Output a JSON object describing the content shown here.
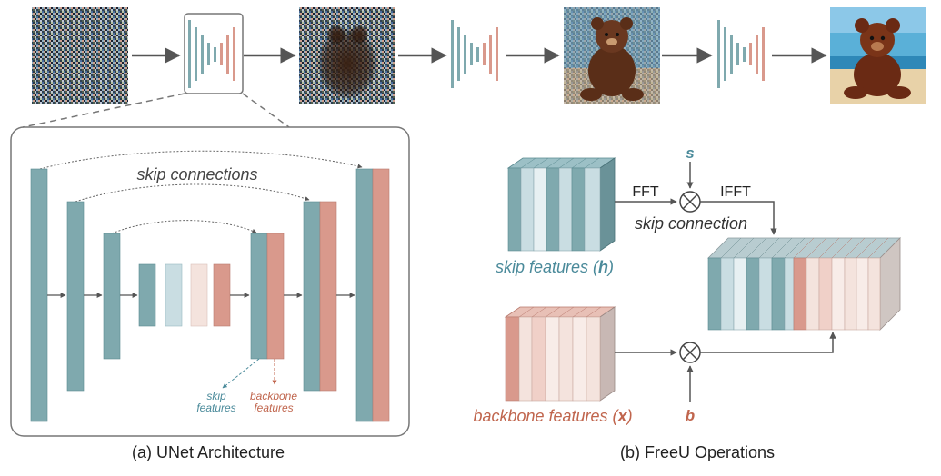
{
  "labels": {
    "skip_connections": "skip connections",
    "skip_features_small_1": "skip",
    "skip_features_small_2": "features",
    "backbone_features_small_1": "backbone",
    "backbone_features_small_2": "features",
    "caption_a": "(a) UNet Architecture",
    "caption_b": "(b) FreeU Operations",
    "fft": "FFT",
    "ifft": "IFFT",
    "s": "s",
    "b": "b",
    "skip_connection": "skip connection",
    "skip_features_h_prefix": "skip features (",
    "skip_features_h_var": "h",
    "suffix_paren": ")",
    "backbone_features_x_prefix": "backbone features (",
    "backbone_features_x_var": "x"
  },
  "colors": {
    "teal": "#7fa9ae",
    "teal_light": "#c9dde2",
    "teal_pale": "#e7f0f2",
    "salmon": "#d9998c",
    "salmon_pale": "#f4e3dd",
    "salmon_text": "#c0654d",
    "teal_text": "#4a8a9a",
    "arrow": "#555555"
  },
  "icons": {
    "multiply_operator": "circled-times-icon"
  }
}
